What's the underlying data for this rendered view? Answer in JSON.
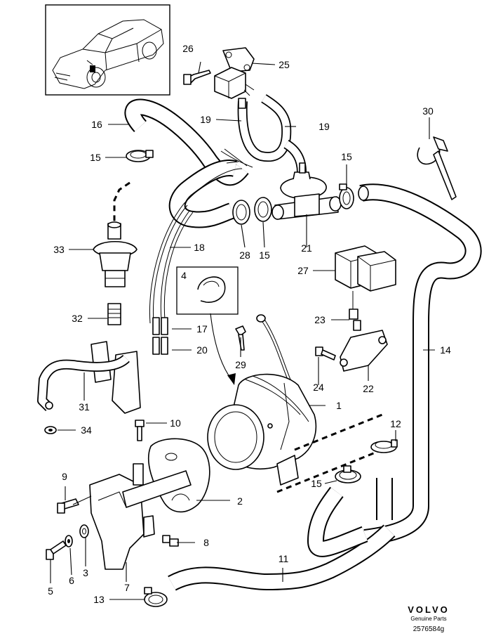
{
  "callouts": [
    {
      "id": "c1",
      "label": "1"
    },
    {
      "id": "c2",
      "label": "2"
    },
    {
      "id": "c3",
      "label": "3"
    },
    {
      "id": "c4",
      "label": "4"
    },
    {
      "id": "c5",
      "label": "5"
    },
    {
      "id": "c6",
      "label": "6"
    },
    {
      "id": "c7",
      "label": "7"
    },
    {
      "id": "c8",
      "label": "8"
    },
    {
      "id": "c9",
      "label": "9"
    },
    {
      "id": "c10",
      "label": "10"
    },
    {
      "id": "c11",
      "label": "11"
    },
    {
      "id": "c12",
      "label": "12"
    },
    {
      "id": "c13",
      "label": "13"
    },
    {
      "id": "c14",
      "label": "14"
    },
    {
      "id": "c15a",
      "label": "15"
    },
    {
      "id": "c15b",
      "label": "15"
    },
    {
      "id": "c15c",
      "label": "15"
    },
    {
      "id": "c15d",
      "label": "15"
    },
    {
      "id": "c16",
      "label": "16"
    },
    {
      "id": "c17",
      "label": "17"
    },
    {
      "id": "c18",
      "label": "18"
    },
    {
      "id": "c19a",
      "label": "19"
    },
    {
      "id": "c19b",
      "label": "19"
    },
    {
      "id": "c20",
      "label": "20"
    },
    {
      "id": "c21",
      "label": "21"
    },
    {
      "id": "c22",
      "label": "22"
    },
    {
      "id": "c23",
      "label": "23"
    },
    {
      "id": "c24",
      "label": "24"
    },
    {
      "id": "c25",
      "label": "25"
    },
    {
      "id": "c26",
      "label": "26"
    },
    {
      "id": "c27",
      "label": "27"
    },
    {
      "id": "c28",
      "label": "28"
    },
    {
      "id": "c29",
      "label": "29"
    },
    {
      "id": "c30",
      "label": "30"
    },
    {
      "id": "c31",
      "label": "31"
    },
    {
      "id": "c32",
      "label": "32"
    },
    {
      "id": "c33",
      "label": "33"
    },
    {
      "id": "c34",
      "label": "34"
    }
  ],
  "brand": {
    "logo_text": "VOLVO",
    "tagline": "Genuine Parts",
    "drawing_number": "2576584g"
  },
  "icons": {
    "car_inset": "car-location-icon",
    "logo": "volvo-logo-icon"
  }
}
